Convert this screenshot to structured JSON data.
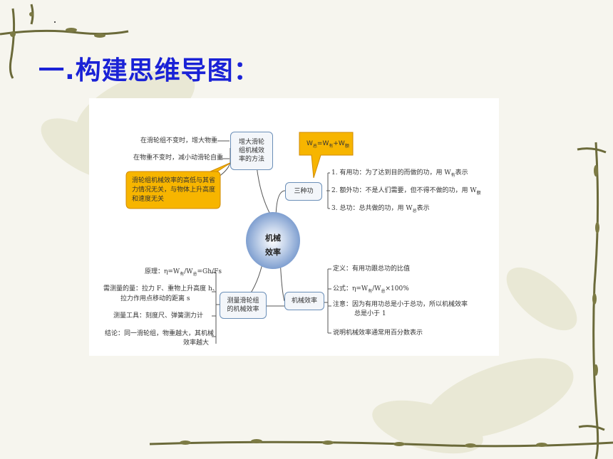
{
  "slide": {
    "title": "一.构建思维导图："
  },
  "mindmap": {
    "center": {
      "line1": "机械",
      "line2": "效率"
    },
    "increase_method": {
      "title": "增大滑轮组机械效率的方法",
      "items": [
        "在滑轮组不变时，增大物重",
        "在物重不变时，减小动滑轮自重"
      ],
      "callout": "滑轮组机械效率的高低与其省力情况无关，与物体上升高度和速度无关"
    },
    "three_work": {
      "title": "三种功",
      "formula": {
        "w": "W",
        "s1": "总",
        "eq": "=W",
        "s2": "有",
        "plus": "+W",
        "s3": "额"
      },
      "items": [
        {
          "num": "1.",
          "text": "有用功：为了达到目的而做的功，用 W",
          "sub": "有",
          "tail": "表示"
        },
        {
          "num": "2.",
          "text": "额外功：不是人们需要，但不得不做的功，用 W",
          "sub": "额",
          "tail": ""
        },
        {
          "num": "3.",
          "text": "总功：总共做的功，用 W",
          "sub": "总",
          "tail": "表示"
        }
      ]
    },
    "efficiency": {
      "title": "机械效率",
      "definition": "定义：有用功跟总功的比值",
      "formula": {
        "pre": "公式：η=W",
        "s1": "有",
        "mid": "/W",
        "s2": "总",
        "tail": "×100%"
      },
      "note_line1": "注意：因为有用功总是小于总功，所以机械效率",
      "note_line2": "总是小于 1",
      "percent": "说明机械效率通常用百分数表示"
    },
    "measure": {
      "title": "测量滑轮组的机械效率",
      "principle": {
        "pre": "原理：η=W",
        "s1": "有",
        "mid": "/W",
        "s2": "总",
        "tail": "=Gh/Fs"
      },
      "quantities_line1": "需测量的量：拉力 F、重物上升高度 h、",
      "quantities_line2": "拉力作用点移动的距离 s",
      "tools": "测量工具：刻度尺、弹簧测力计",
      "conclusion_line1": "结论：同一滑轮组，物重越大，其机械",
      "conclusion_line2": "效率越大"
    }
  },
  "colors": {
    "title": "#1a22d6",
    "callout_fill": "#f7b500",
    "callout_stroke": "#d08a00",
    "branch_line": "#555555",
    "box_border": "#6b8fb8",
    "vine": "#6b6a3a"
  }
}
